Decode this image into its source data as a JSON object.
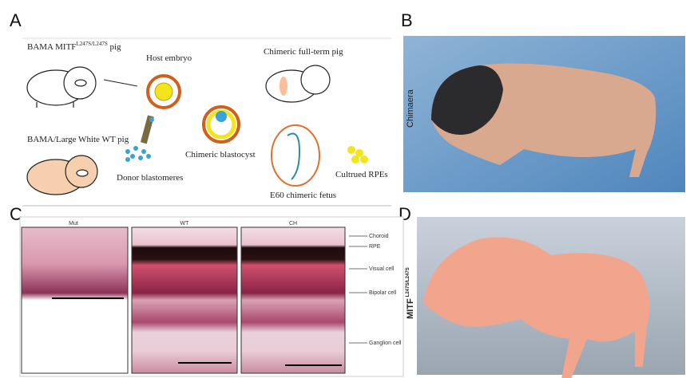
{
  "panels": {
    "a": "A",
    "b": "B",
    "c": "C",
    "d": "D"
  },
  "panel_a": {
    "mutant_pig": "BAMA MITF",
    "mutant_sup": "L247S/L247S",
    "mutant_suffix": " pig",
    "wt_pig": "BAMA/Large White WT pig",
    "host_embryo": "Host embryo",
    "donor": "Donor blastomeres",
    "blastocyst": "Chimeric blastocyst",
    "full_term": "Chimeric full-term pig",
    "fetus": "E60 chimeric fetus",
    "rpe": "Cultrued RPEs"
  },
  "panel_b": {
    "label": "Chimaera"
  },
  "panel_c": {
    "columns": [
      "Mut",
      "WT",
      "CH"
    ],
    "layers": [
      "Choroid",
      "RPE",
      "Visual cell",
      "Bipolar cell",
      "Ganglion cell"
    ]
  },
  "panel_d": {
    "label": "MITF",
    "sup": "L247S/L247S"
  }
}
